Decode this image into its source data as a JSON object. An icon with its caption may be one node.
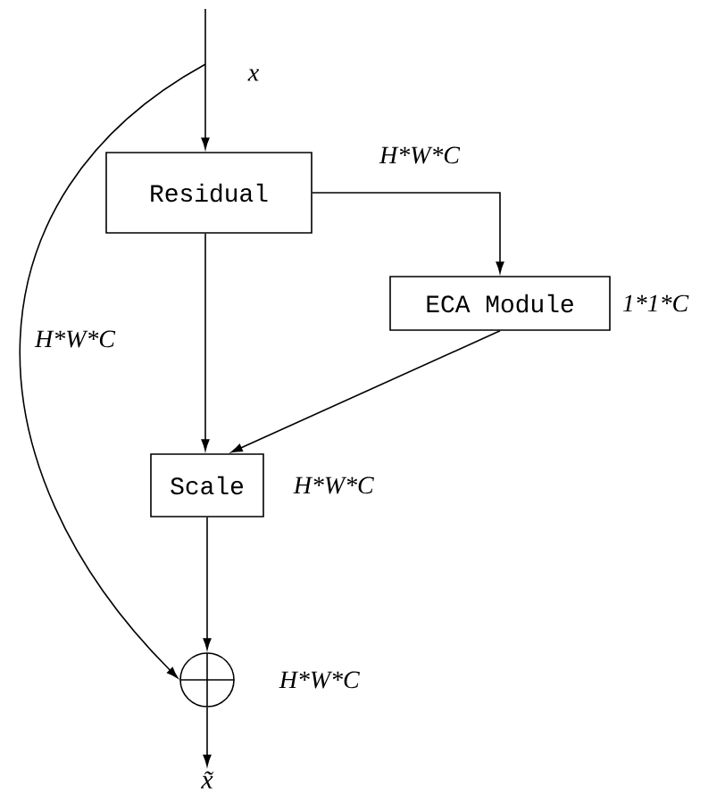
{
  "diagram": {
    "nodes": [
      {
        "text": [
          "Residual"
        ]
      },
      {
        "text": [
          "ECA Module"
        ],
        "beside": [
          "1*1*C"
        ]
      },
      {
        "text": [
          "Scale"
        ],
        "beside": [
          "H*W*C"
        ]
      },
      {
        "text": [],
        "shape": "circle",
        "beside": [
          "H*W*C"
        ]
      },
      {
        "text": [
          "x̃"
        ]
      }
    ],
    "edges": [
      {
        "from": null,
        "to": 0,
        "arrow": "to",
        "label": "x"
      },
      {
        "from": null,
        "to": 3,
        "arrow": "to",
        "label": "H*W*C"
      },
      {
        "from": 0,
        "to": 1,
        "arrow": "to",
        "label": "H*W*C"
      },
      {
        "from": 0,
        "to": 2,
        "arrow": "to"
      },
      {
        "from": 1,
        "to": 2,
        "arrow": "to"
      },
      {
        "from": 2,
        "to": 3,
        "arrow": "to"
      },
      {
        "from": 3,
        "to": 4,
        "arrow": "to"
      }
    ]
  }
}
